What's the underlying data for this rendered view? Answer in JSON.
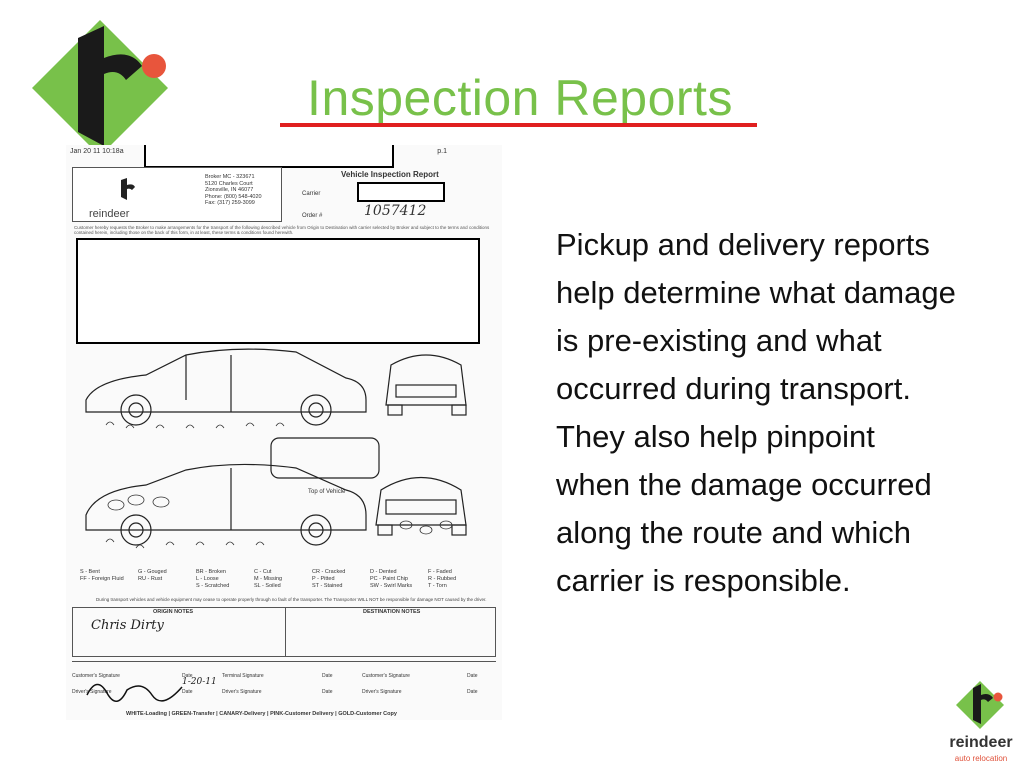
{
  "slide": {
    "title": "Inspection Reports",
    "body": "Pickup and delivery reports help determine what damage is pre-existing and what occurred during transport.  They also help pinpoint when the damage occurred along the route and which carrier is responsible."
  },
  "brand": {
    "name": "reindeer",
    "tagline": "auto relocation",
    "colors": {
      "green": "#78c14a",
      "dark": "#1a1a1a",
      "orange": "#e8553c",
      "red_rule": "#e02020"
    }
  },
  "document": {
    "timestamp": "Jan 20 11 10:18a",
    "page": "p.1",
    "header_title": "Vehicle Inspection Report",
    "logo_label": "reindeer",
    "address_lines": [
      "Broker MC - 323671",
      "5120 Charles Court",
      "Zionsville, IN 46077",
      "Phone: (800) 548-4020",
      "Fax: (317) 259-3099"
    ],
    "carrier_label": "Carrier",
    "order_label": "Order #",
    "order_number": "1057412",
    "fine_print": "Customer hereby requests the Broker to make arrangements for the transport of the following described vehicle from Origin to Destination with carrier selected by Broker and subject to the terms and conditions contained herein, including those on the back of this form, in at least, these terms & conditions found herewith.",
    "damage_codes": [
      "S - Bent",
      "G - Gouged",
      "BR - Broken",
      "C - Cut",
      "CR - Cracked",
      "D - Dented",
      "F - Faded",
      "FF - Foreign Fluid",
      "RU - Rust",
      "L - Loose",
      "M - Missing",
      "P - Pitted",
      "PC - Paint Chip",
      "R - Rubbed",
      "S - Scratched",
      "SL - Soiled",
      "ST - Stained",
      "SW - Swirl Marks",
      "T - Torn"
    ],
    "top_label": "Top of Vehicle",
    "notice": "During transport vehicles and vehicle equipment may cease to operate properly through no fault of the transporter. The Transporter WILL NOT be responsible for damage NOT caused by the driver.",
    "origin_notes": "ORIGIN NOTES",
    "destination_notes": "DESTINATION NOTES",
    "origin_note_hand": "Chris Dirty",
    "sig_labels": [
      "Customer's Signature",
      "Date",
      "Terminal Signature",
      "Date",
      "Customer's Signature",
      "Date",
      "Driver's Signature",
      "Date",
      "Driver's Signature",
      "Date",
      "Driver's Signature",
      "Date"
    ],
    "sig_date_hand": "1-20-11",
    "footer": "WHITE-Loading  |  GREEN-Transfer  |  CANARY-Delivery  |  PINK-Customer Delivery  |  GOLD-Customer Copy"
  }
}
